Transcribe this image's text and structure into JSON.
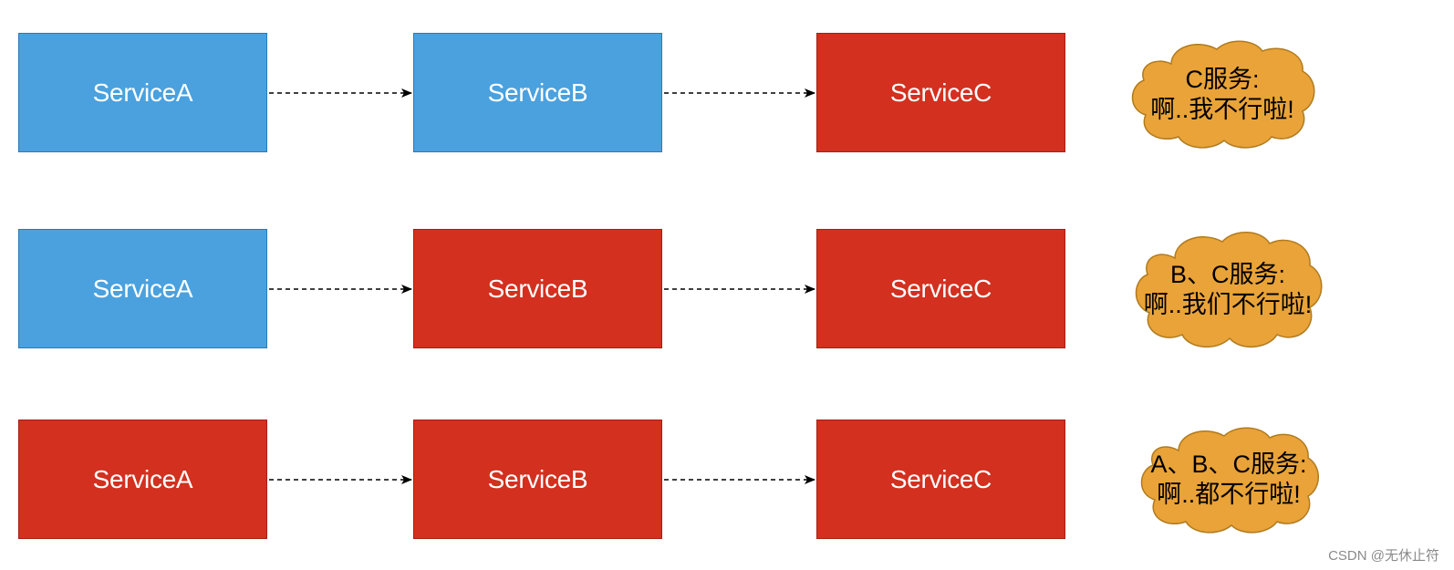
{
  "rows": [
    {
      "services": [
        "ServiceA",
        "ServiceB",
        "ServiceC"
      ],
      "status": [
        "up",
        "up",
        "down"
      ],
      "callout": [
        "C服务:",
        "啊..我不行啦!"
      ]
    },
    {
      "services": [
        "ServiceA",
        "ServiceB",
        "ServiceC"
      ],
      "status": [
        "up",
        "down",
        "down"
      ],
      "callout": [
        "B、C服务:",
        "啊..我们不行啦!"
      ]
    },
    {
      "services": [
        "ServiceA",
        "ServiceB",
        "ServiceC"
      ],
      "status": [
        "down",
        "down",
        "down"
      ],
      "callout": [
        "A、B、C服务:",
        "啊..都不行啦!"
      ]
    }
  ],
  "colors": {
    "healthy": "#4aa1de",
    "failed": "#d3301f",
    "cloud": "#e9a338"
  },
  "watermark": "CSDN @无休止符"
}
